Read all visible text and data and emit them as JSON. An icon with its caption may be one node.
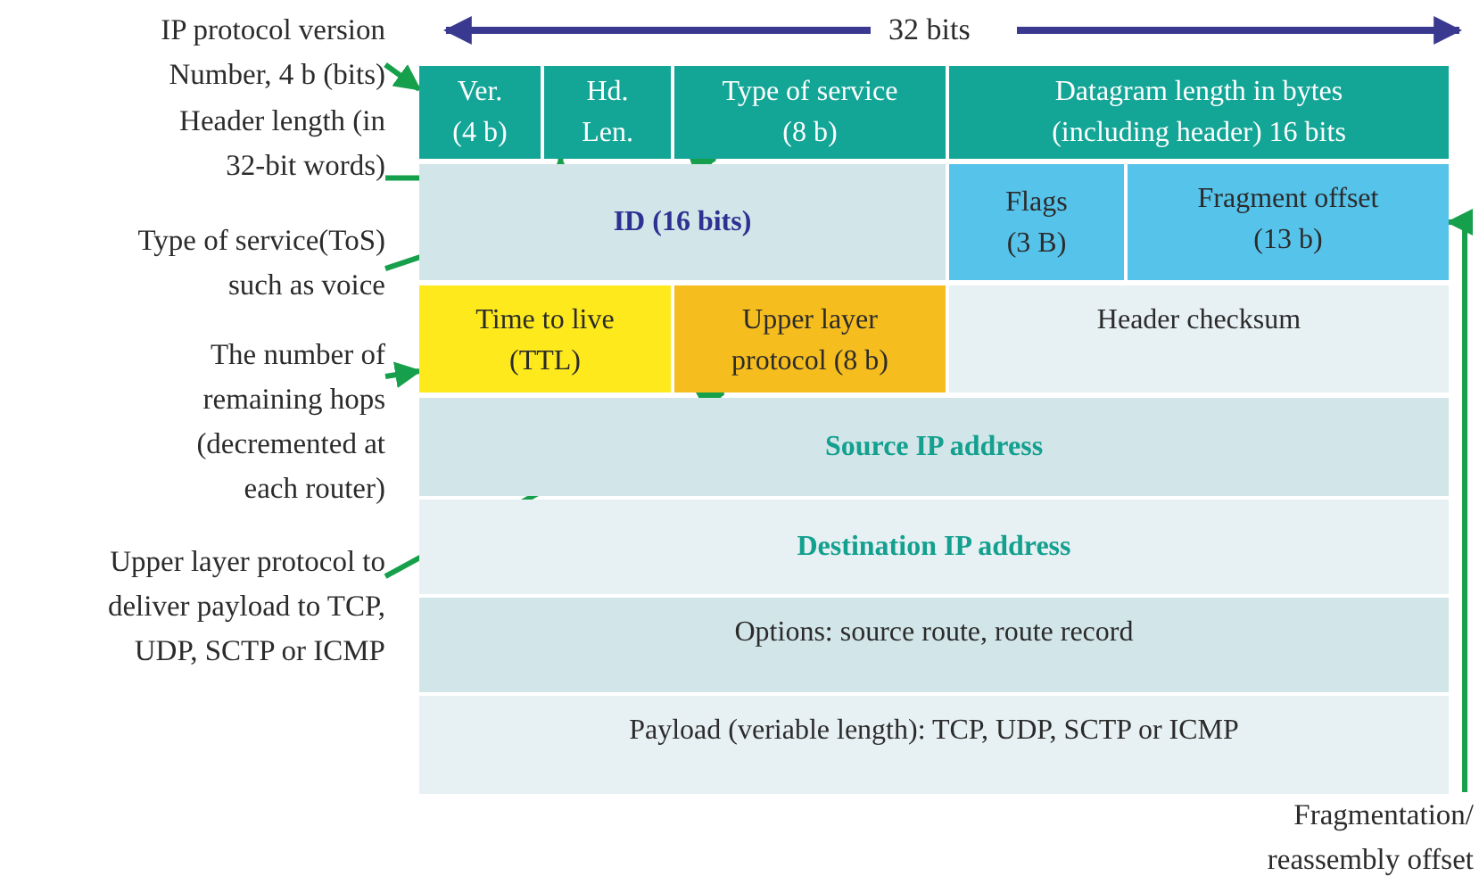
{
  "diagram": {
    "nodes": [
      {
        "text": [
          "IP protocol version Number, 4 b (bits)"
        ]
      },
      {
        "text": [
          "Header length (in 32-bit words)"
        ]
      },
      {
        "text": [
          "Type of service(ToS) such as voice"
        ]
      },
      {
        "text": [
          "The number of remaining hops (decremented at each router)"
        ]
      },
      {
        "text": [
          "Upper layer protocol to deliver payload to TCP, UDP, SCTP or ICMP"
        ]
      },
      {
        "text": [
          "Ver. (4 b)"
        ]
      },
      {
        "text": [
          "Hd. Len."
        ]
      },
      {
        "text": [
          "Type of service (8 b)"
        ]
      },
      {
        "text": [
          "Datagram length in bytes (including header) 16 bits"
        ]
      },
      {
        "text": [
          "ID (16 bits)"
        ]
      },
      {
        "text": [
          "Flags (3 B)"
        ]
      },
      {
        "text": [
          "Fragment offset (13 b)"
        ]
      },
      {
        "text": [
          "Time to live (TTL)"
        ]
      },
      {
        "text": [
          "Upper layer protocol (8 b)"
        ]
      },
      {
        "text": [
          "Header checksum"
        ]
      },
      {
        "text": [
          "Source IP address"
        ]
      },
      {
        "text": [
          "Destination IP address"
        ]
      },
      {
        "text": [
          "Options: source route, route record"
        ]
      },
      {
        "text": [
          "Payload (veriable length): TCP, UDP, SCTP or ICMP"
        ]
      },
      {
        "text": [
          "Fragmentation/ reassembly offset"
        ]
      }
    ],
    "edges": [
      {
        "from": 0,
        "to": 5,
        "arrow": "to"
      },
      {
        "from": 1,
        "to": 6,
        "arrow": "to"
      },
      {
        "from": 2,
        "to": 7,
        "arrow": "to"
      },
      {
        "from": 3,
        "to": 12,
        "arrow": "to"
      },
      {
        "from": 4,
        "to": 13,
        "arrow": "to"
      },
      {
        "from": 19,
        "to": 11,
        "arrow": "to"
      }
    ],
    "labels": [
      "32 bits"
    ]
  }
}
